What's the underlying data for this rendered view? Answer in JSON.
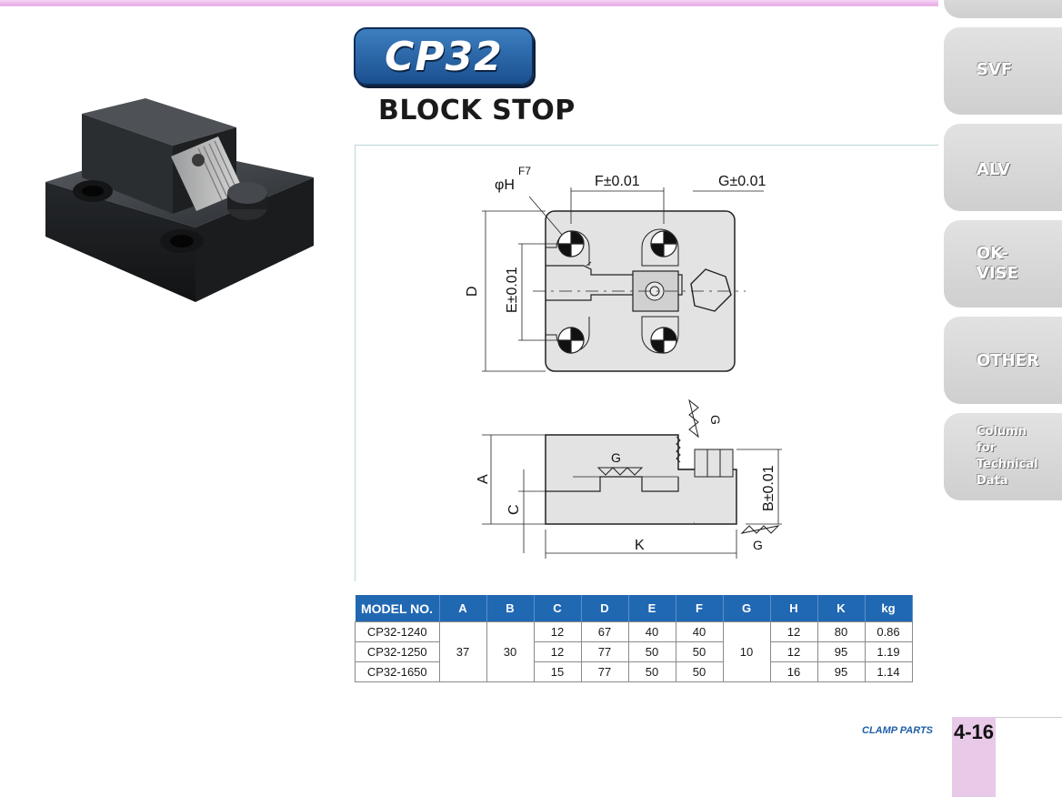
{
  "product": {
    "code": "CP32",
    "name": "BLOCK STOP"
  },
  "drawing": {
    "top_view": {
      "label_h": "φH",
      "label_h_sup": "F7",
      "label_f": "F±0.01",
      "label_g": "G±0.01",
      "label_d": "D",
      "label_e": "E±0.01"
    },
    "side_view": {
      "label_a": "A",
      "label_c": "C",
      "label_k": "K",
      "label_b": "B±0.01",
      "finish_mark": "G"
    }
  },
  "table": {
    "headers": [
      "MODEL NO.",
      "A",
      "B",
      "C",
      "D",
      "E",
      "F",
      "G",
      "H",
      "K",
      "kg"
    ],
    "shared": {
      "A": "37",
      "B": "30",
      "G": "10"
    },
    "rows": [
      {
        "model": "CP32-1240",
        "C": "12",
        "D": "67",
        "E": "40",
        "F": "40",
        "H": "12",
        "K": "80",
        "kg": "0.86"
      },
      {
        "model": "CP32-1250",
        "C": "12",
        "D": "77",
        "E": "50",
        "F": "50",
        "H": "12",
        "K": "95",
        "kg": "1.19"
      },
      {
        "model": "CP32-1650",
        "C": "15",
        "D": "77",
        "E": "50",
        "F": "50",
        "H": "16",
        "K": "95",
        "kg": "1.14"
      }
    ]
  },
  "side_tabs": [
    "SVF",
    "ALV",
    "OK-\nVISE",
    "OTHER",
    "Column\nfor\nTechnical\nData"
  ],
  "footer": {
    "section": "CLAMP PARTS",
    "page": "4-16"
  },
  "colors": {
    "header_blue": "#2168b3",
    "badge_blue": "#2a67a8",
    "tab_gray": "#d6d6d6",
    "page_pink": "#e8c9e8"
  }
}
